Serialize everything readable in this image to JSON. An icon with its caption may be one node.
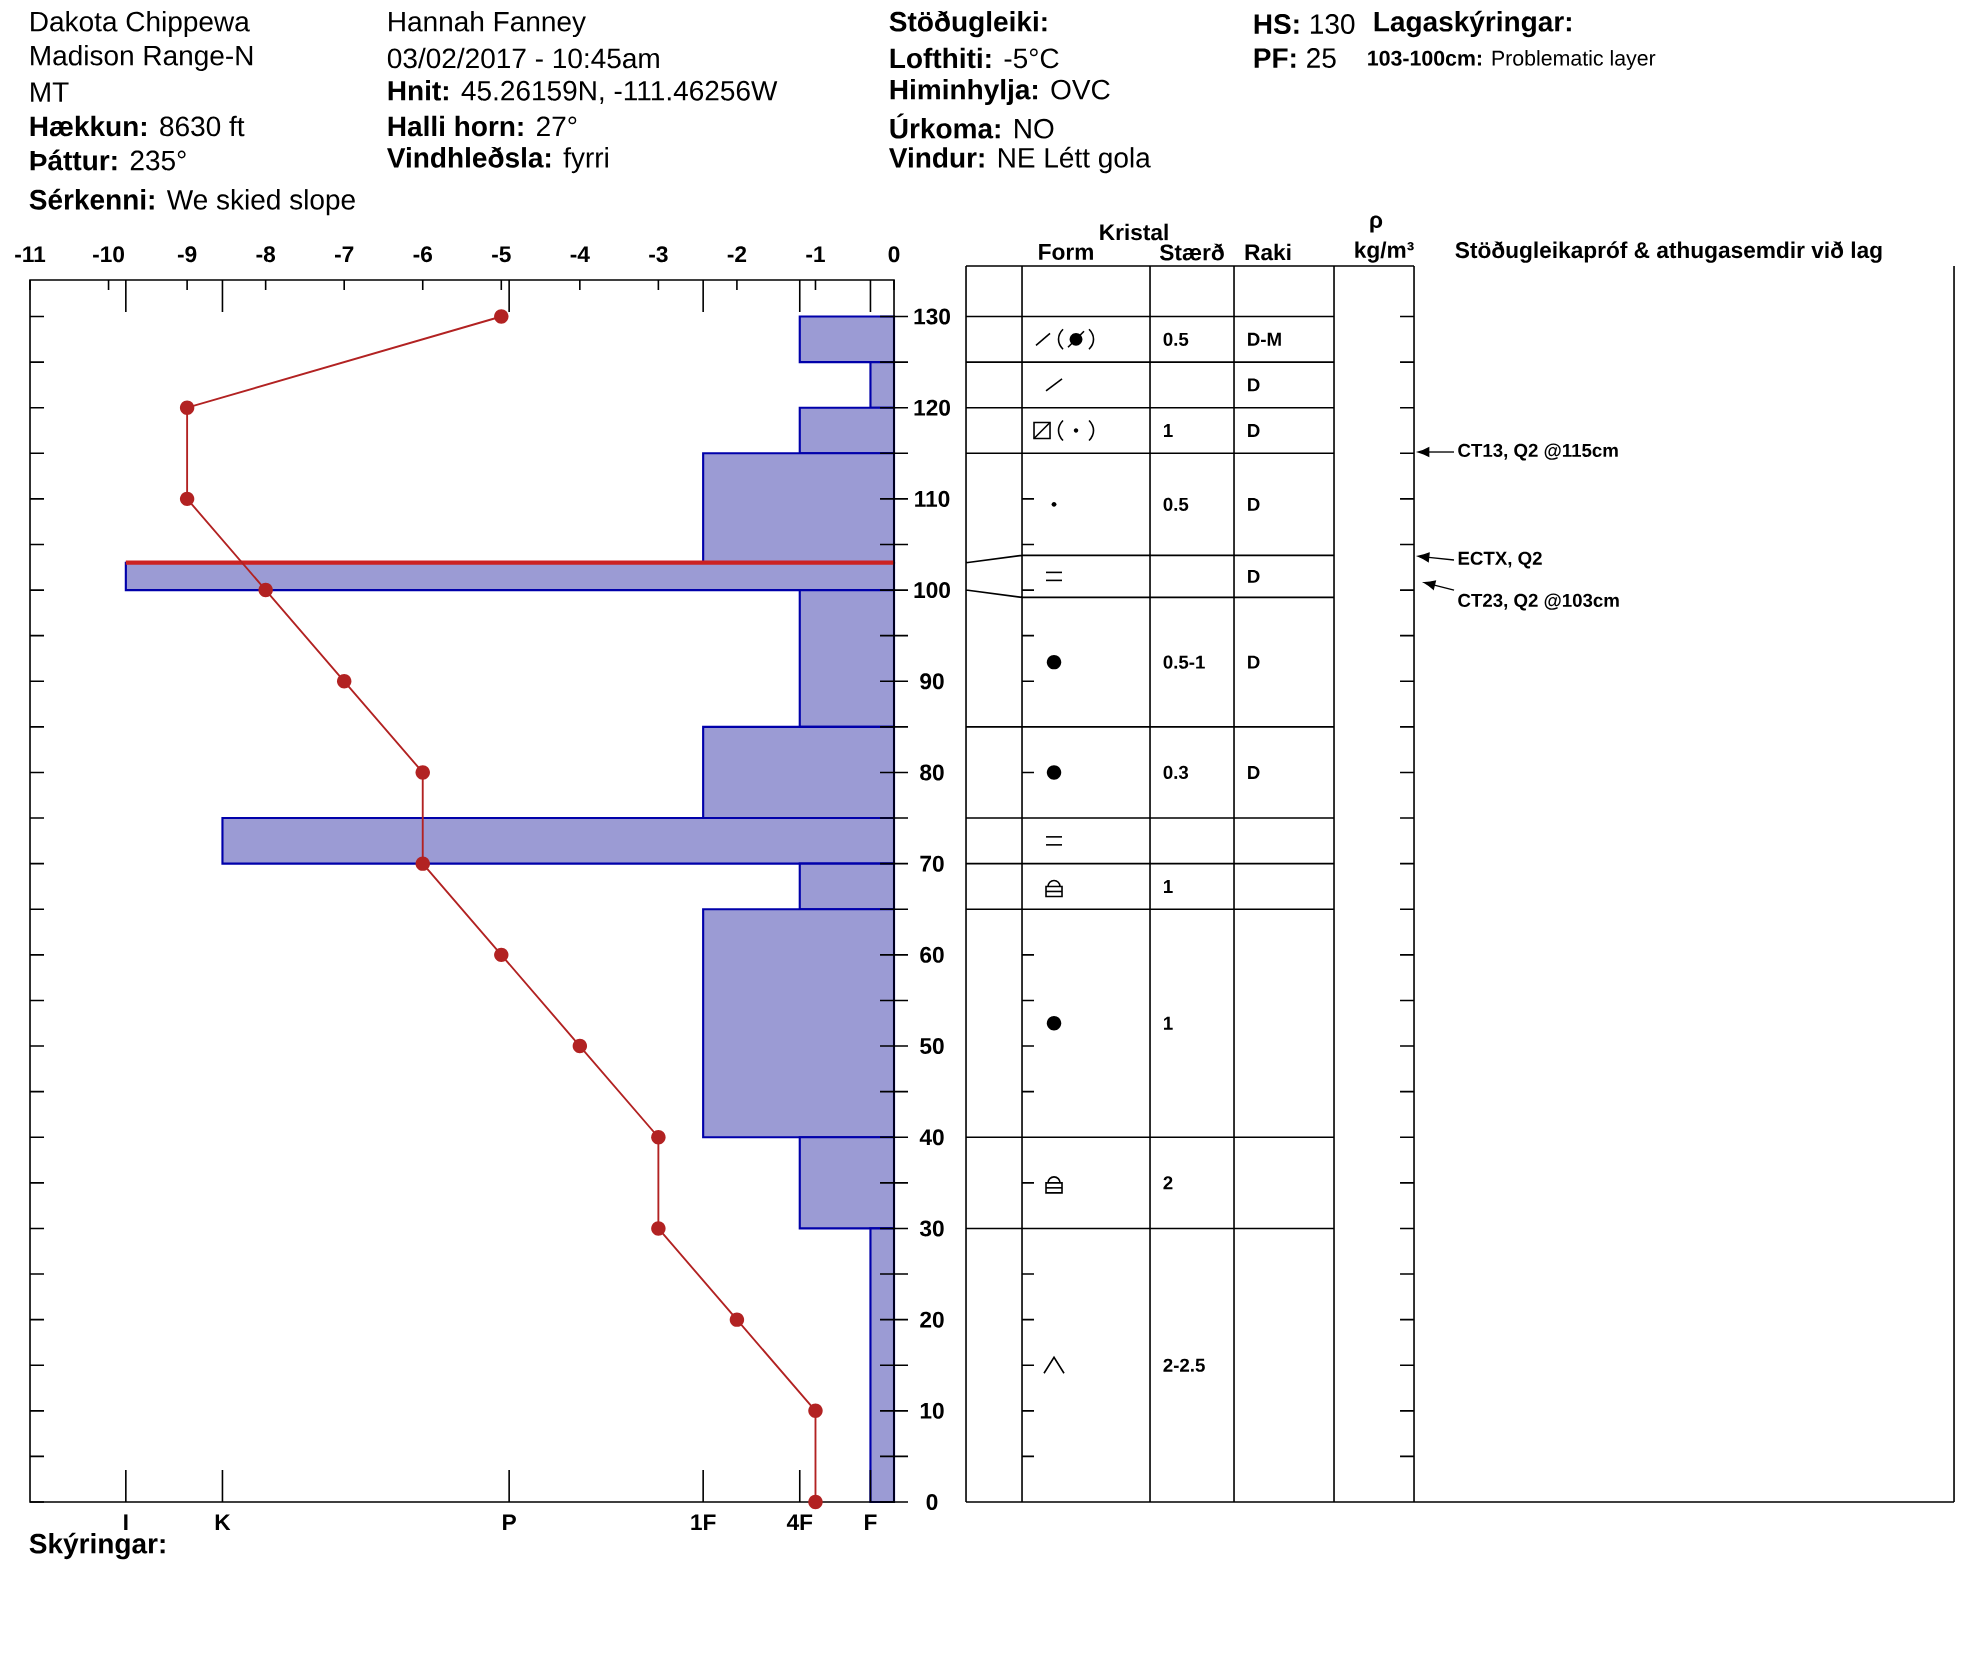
{
  "diagram": {
    "nodes": [
      {
        "text": [
          "CT13, Q2 @115cm"
        ]
      },
      {
        "text": [
          "ECTX, Q2"
        ]
      },
      {
        "text": [
          "CT23, Q2 @103cm"
        ]
      }
    ],
    "edges": [
      {
        "from": 0,
        "to": null,
        "arrow": "to"
      },
      {
        "from": 1,
        "to": null,
        "arrow": "to"
      },
      {
        "from": 2,
        "to": null,
        "arrow": "to"
      }
    ],
    "labels": [
      "Dakota Chippewa",
      "Hannah Fanney",
      "Stöðugleiki:",
      "**HS:** 130",
      "Lagaskýringar:",
      "Madison Range-N",
      "03/02/2017 - 10:45am",
      "**Lofthiti:** -5°C",
      "**PF:** 25",
      "**103-100cm:** Problematic layer",
      "MT",
      "**Hnit:** 45.26159N, -111.46256W",
      "**Himinhylja:** OVC",
      "**Hækkun:** 8630 ft",
      "**Halli horn:** 27°",
      "**Úrkoma:** NO",
      "**Þáttur:** 235°",
      "**Vindhleðsla:** fyrri",
      "**Vindur:** NE Létt gola",
      "**Sérkenni:** We skied slope",
      "Kristal",
      "ρ",
      "Form",
      "Stærð",
      "Raki",
      "kg/m³",
      "Stöðugleikapróf & athugasemdir við lag",
      "0.5",
      "D-M",
      "D",
      "1",
      "D",
      "0.5",
      "D",
      "D",
      "0.5-1",
      "D",
      "0.3",
      "D",
      "1",
      "1",
      "2",
      "2-2.5",
      "I",
      "K",
      "P",
      "1F",
      "4F",
      "F",
      "Skýringar:"
    ],
    "chart_data": {
      "type": "line",
      "x": [
        -5,
        -9,
        -9,
        -8,
        -7,
        -6,
        -6,
        -5,
        -4,
        -3,
        -3,
        -2,
        -1,
        -1
      ],
      "series": [
        {
          "color": "#b22222",
          "marker": true,
          "values": [
            130,
            120,
            110,
            100,
            90,
            80,
            70,
            60,
            50,
            40,
            30,
            20,
            10,
            0
          ]
        }
      ],
      "xlim": [
        -11,
        0
      ],
      "ylim": [
        0,
        134
      ],
      "xticks": [
        {
          "value": -11,
          "label": "-11"
        },
        {
          "value": -10,
          "label": "-10"
        },
        {
          "value": -9,
          "label": "-9"
        },
        {
          "value": -8,
          "label": "-8"
        },
        {
          "value": -7,
          "label": "-7"
        },
        {
          "value": -6,
          "label": "-6"
        },
        {
          "value": -5,
          "label": "-5"
        },
        {
          "value": -4,
          "label": "-4"
        },
        {
          "value": -3,
          "label": "-3"
        },
        {
          "value": -2,
          "label": "-2"
        },
        {
          "value": -1,
          "label": "-1"
        },
        {
          "value": 0,
          "label": "0"
        }
      ],
      "yticks": [
        {
          "value": 0,
          "label": "0"
        },
        {
          "value": 10,
          "label": "10"
        },
        {
          "value": 20,
          "label": "20"
        },
        {
          "value": 30,
          "label": "30"
        },
        {
          "value": 40,
          "label": "40"
        },
        {
          "value": 50,
          "label": "50"
        },
        {
          "value": 60,
          "label": "60"
        },
        {
          "value": 70,
          "label": "70"
        },
        {
          "value": 80,
          "label": "80"
        },
        {
          "value": 90,
          "label": "90"
        },
        {
          "value": 100,
          "label": "100"
        },
        {
          "value": 110,
          "label": "110"
        },
        {
          "value": 120,
          "label": "120"
        },
        {
          "value": 130,
          "label": "130"
        }
      ]
    }
  }
}
